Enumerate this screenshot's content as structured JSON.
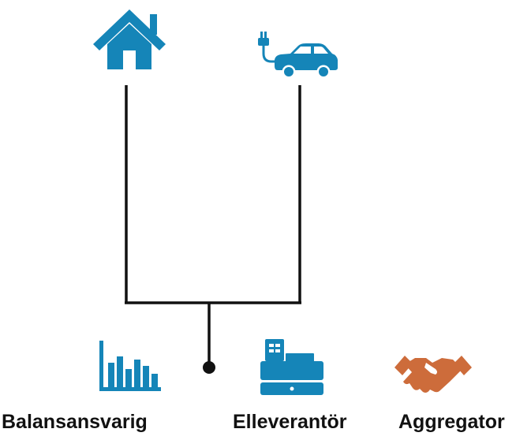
{
  "colors": {
    "icon_blue": "#1585b8",
    "handshake_orange": "#cd6c3b",
    "line": "#111111",
    "text": "#111111"
  },
  "nodes": {
    "house": {
      "icon": "house-icon"
    },
    "ev": {
      "icon": "electric-car-icon"
    },
    "balance_responsible": {
      "icon": "bar-chart-icon",
      "label": "Balansansvarig"
    },
    "electricity_supplier": {
      "icon": "cash-register-icon",
      "label": "Elleverantör"
    },
    "aggregator": {
      "icon": "handshake-icon",
      "label": "Aggregator"
    }
  }
}
